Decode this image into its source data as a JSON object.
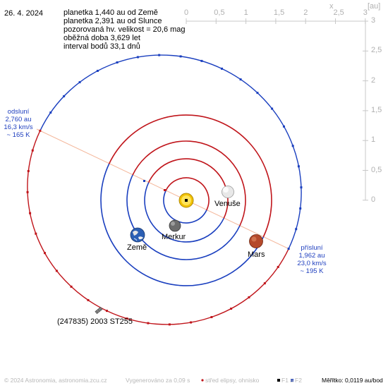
{
  "header": {
    "date": "26. 4. 2024",
    "info_lines": [
      "planetka 1,440 au od Země",
      "planetka 2,391 au od Slunce",
      "pozorovaná hv. velikost = 20,6 mag",
      "oběžná doba 3,629 let",
      "interval bodů 33,1 dnů"
    ]
  },
  "scale": {
    "x_label": "x",
    "unit_label": "[au]",
    "x_ticks": [
      "0",
      "0,5",
      "1",
      "1,5",
      "2",
      "2,5",
      "3"
    ],
    "y_ticks": [
      "3",
      "2,5",
      "2",
      "1,5",
      "1",
      "0,5",
      "0"
    ]
  },
  "aphelion": {
    "title": "odsluní",
    "distance": "2,760 au",
    "speed": "16,3 km/s",
    "temp": "~ 165 K"
  },
  "perihelion": {
    "title": "přísluní",
    "distance": "1,962 au",
    "speed": "23,0 km/s",
    "temp": "~ 195 K"
  },
  "bodies": {
    "venus": "Venuše",
    "mercury": "Merkur",
    "earth": "Země",
    "mars": "Mars",
    "asteroid": "(247835) 2003 ST255"
  },
  "footer": {
    "copyright": "© 2024 Astronomia, astronomia.zcu.cz",
    "generated": "Vygenerováno za 0,09 s",
    "center_legend": "střed elipsy, ohnisko",
    "f1": "F1 a",
    "f2": "F2",
    "scale_text": "Měřítko: 0,0119 au/bod"
  },
  "colors": {
    "orbit_blue": "#1a3fbf",
    "orbit_red": "#c0151b",
    "apsis_line": "#f4b79b",
    "label_blue": "#1f3fbf",
    "sun": "#f2c200",
    "mars": "#b5492b"
  }
}
